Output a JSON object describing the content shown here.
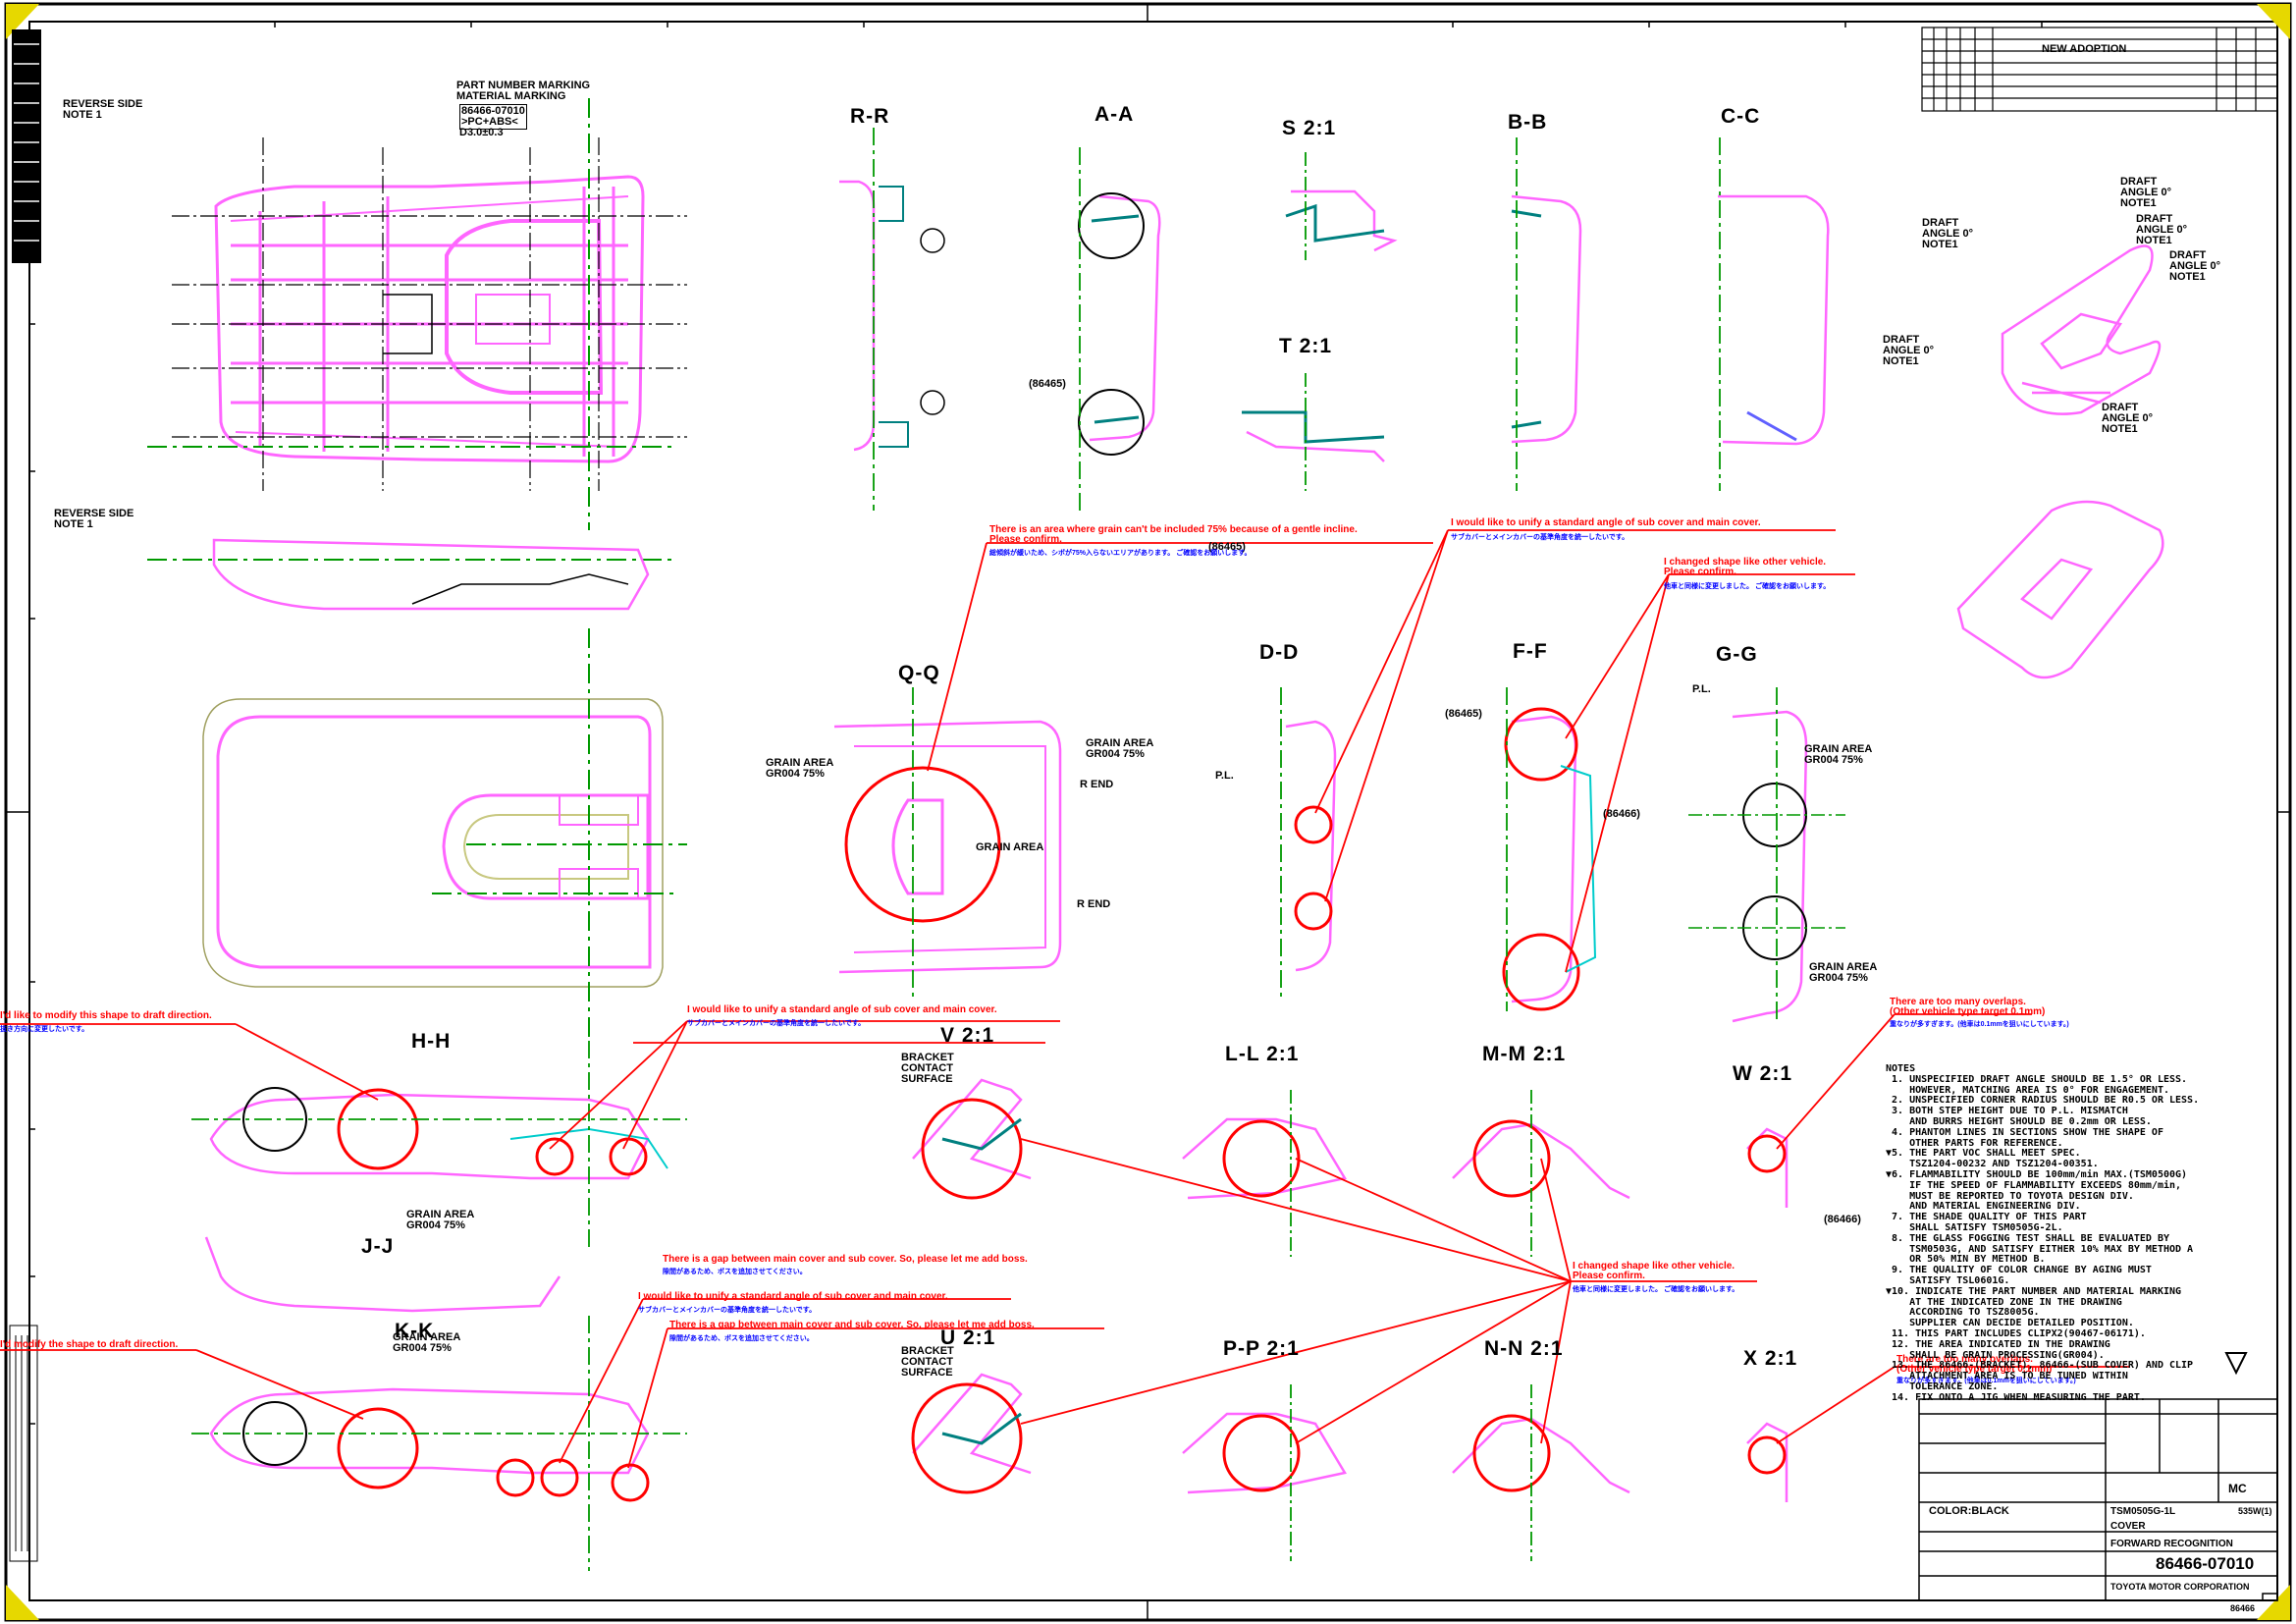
{
  "sheet": {
    "part_number": "86466-07010",
    "company": "TOYOTA MOTOR CORPORATION",
    "part_name": "COVER",
    "project": "FORWARD RECOGNITION",
    "material_marking": "86466-07010\n>PC+ABS<",
    "material_marking_title": "PART NUMBER MARKING\nMATERIAL MARKING",
    "marking_height": "D3.0±0.3",
    "color": "COLOR:BLACK",
    "revision": "NEW ADOPTION",
    "drawing_number_box": "86466",
    "scale_mc": "MC",
    "standard": "TSM0505G-1L",
    "grain": "535W(1)"
  },
  "sections": [
    {
      "id": "rr",
      "label": "R-R"
    },
    {
      "id": "aa",
      "label": "A-A"
    },
    {
      "id": "s",
      "label": "S  2:1"
    },
    {
      "id": "t",
      "label": "T  2:1"
    },
    {
      "id": "bb",
      "label": "B-B"
    },
    {
      "id": "cc",
      "label": "C-C"
    },
    {
      "id": "qq",
      "label": "Q-Q"
    },
    {
      "id": "dd",
      "label": "D-D"
    },
    {
      "id": "ff",
      "label": "F-F"
    },
    {
      "id": "gg",
      "label": "G-G"
    },
    {
      "id": "hh",
      "label": "H-H"
    },
    {
      "id": "jj",
      "label": "J-J"
    },
    {
      "id": "kk",
      "label": "K-K"
    },
    {
      "id": "v",
      "label": "V  2:1"
    },
    {
      "id": "u",
      "label": "U  2:1"
    },
    {
      "id": "ll",
      "label": "L-L  2:1"
    },
    {
      "id": "mm",
      "label": "M-M  2:1"
    },
    {
      "id": "w",
      "label": "W  2:1"
    },
    {
      "id": "pp",
      "label": "P-P  2:1"
    },
    {
      "id": "nn",
      "label": "N-N  2:1"
    },
    {
      "id": "x",
      "label": "X  2:1"
    }
  ],
  "labels": {
    "reverse_side_1": "REVERSE SIDE\nNOTE 1",
    "reverse_side_2": "REVERSE SIDE\nNOTE 1",
    "grain_area_1": "GRAIN AREA\nGR004 75%",
    "grain_area_2": "GRAIN AREA\nGR004 75%",
    "grain_area_center": "GRAIN AREA",
    "r_end": "R END",
    "bracket_contact": "BRACKET\nCONTACT\nSURFACE",
    "draft_angle": "DRAFT\nANGLE 0°\nNOTE1",
    "ref_86465": "(86465)",
    "ref_86466": "(86466)",
    "pl": "P.L."
  },
  "comments": [
    {
      "id": "c1",
      "en": "There is an area where grain can't be included 75% because of a gentle incline.",
      "en2": "Please confirm.",
      "jp": "総傾斜が緩いため、シボが75%入らないエリアがあります。 ご確認をお願いします。"
    },
    {
      "id": "c2",
      "en": "I would like to unify a standard angle of sub cover and main cover.",
      "jp": "サブカバーとメインカバーの基準角度を統一したいです。"
    },
    {
      "id": "c3",
      "en": "I changed shape like other vehicle.",
      "en2": "Please confirm.",
      "jp": "他車と同様に変更しました。 ご確認をお願いします。"
    },
    {
      "id": "c4",
      "en": "There are too many overlaps.",
      "en2": "(Other vehicle type target 0.1mm)",
      "jp": "重なりが多すぎます。(他車は0.1mmを狙いにしています。)"
    },
    {
      "id": "c5",
      "en": "I'd like to modify this shape to draft direction.",
      "jp": "抜き方向に変更したいです。"
    },
    {
      "id": "c6",
      "en": "There is a gap between main cover and sub cover. So, please let me add boss.",
      "jp": "隙間があるため、ボスを追加させてください。"
    },
    {
      "id": "c7",
      "en": "I'd modify the shape to draft direction.",
      "jp": ""
    }
  ],
  "notes": {
    "title": "NOTES",
    "items": [
      " 1. UNSPECIFIED DRAFT ANGLE SHOULD BE 1.5° OR LESS.",
      "    HOWEVER, MATCHING AREA IS 0° FOR ENGAGEMENT.",
      " 2. UNSPECIFIED CORNER RADIUS SHOULD BE R0.5 OR LESS.",
      " 3. BOTH STEP HEIGHT DUE TO P.L. MISMATCH",
      "    AND BURRS HEIGHT SHOULD BE 0.2mm OR LESS.",
      " 4. PHANTOM LINES IN SECTIONS SHOW THE SHAPE OF",
      "    OTHER PARTS FOR REFERENCE.",
      "▼5. THE PART VOC SHALL MEET SPEC.",
      "    TSZ1204-00232 AND TSZ1204-00351.",
      "▼6. FLAMMABILITY SHOULD BE 100mm/min MAX.(TSM0500G)",
      "    IF THE SPEED OF FLAMMABILITY EXCEEDS 80mm/min,",
      "    MUST BE REPORTED TO TOYOTA DESIGN DIV.",
      "    AND MATERIAL ENGINEERING DIV.",
      " 7. THE SHADE QUALITY OF THIS PART",
      "    SHALL SATISFY TSM0505G-2L.",
      " 8. THE GLASS FOGGING TEST SHALL BE EVALUATED BY",
      "    TSM0503G, AND SATISFY EITHER 10% MAX BY METHOD A",
      "    OR 50% MIN BY METHOD B.",
      " 9. THE QUALITY OF COLOR CHANGE BY AGING MUST",
      "    SATISFY TSL0601G.",
      "▼10. INDICATE THE PART NUMBER AND MATERIAL MARKING",
      "    AT THE INDICATED ZONE IN THE DRAWING",
      "    ACCORDING TO TSZ8005G.",
      "    SUPPLIER CAN DECIDE DETAILED POSITION.",
      " 11. THIS PART INCLUDES CLIPX2(90467-06171).",
      " 12. THE AREA INDICATED IN THE DRAWING",
      "    SHALL BE GRAIN PROCESSING(GR004).",
      " 13. THE 86466-(BRACKET), 86466-(SUB COVER) AND CLIP",
      "    ATTACHMENT AREA IS TO BE TUNED WITHIN",
      "    TOLERANCE ZONE.",
      " 14. FIX ONTO A JIG WHEN MEASURING THE PART."
    ]
  },
  "colors": {
    "part": "#ff66ff",
    "phantom": "#00cccc",
    "center": "#009900",
    "comment": "#ff0000",
    "comment_jp": "#0000ff",
    "datum": "#008080"
  }
}
